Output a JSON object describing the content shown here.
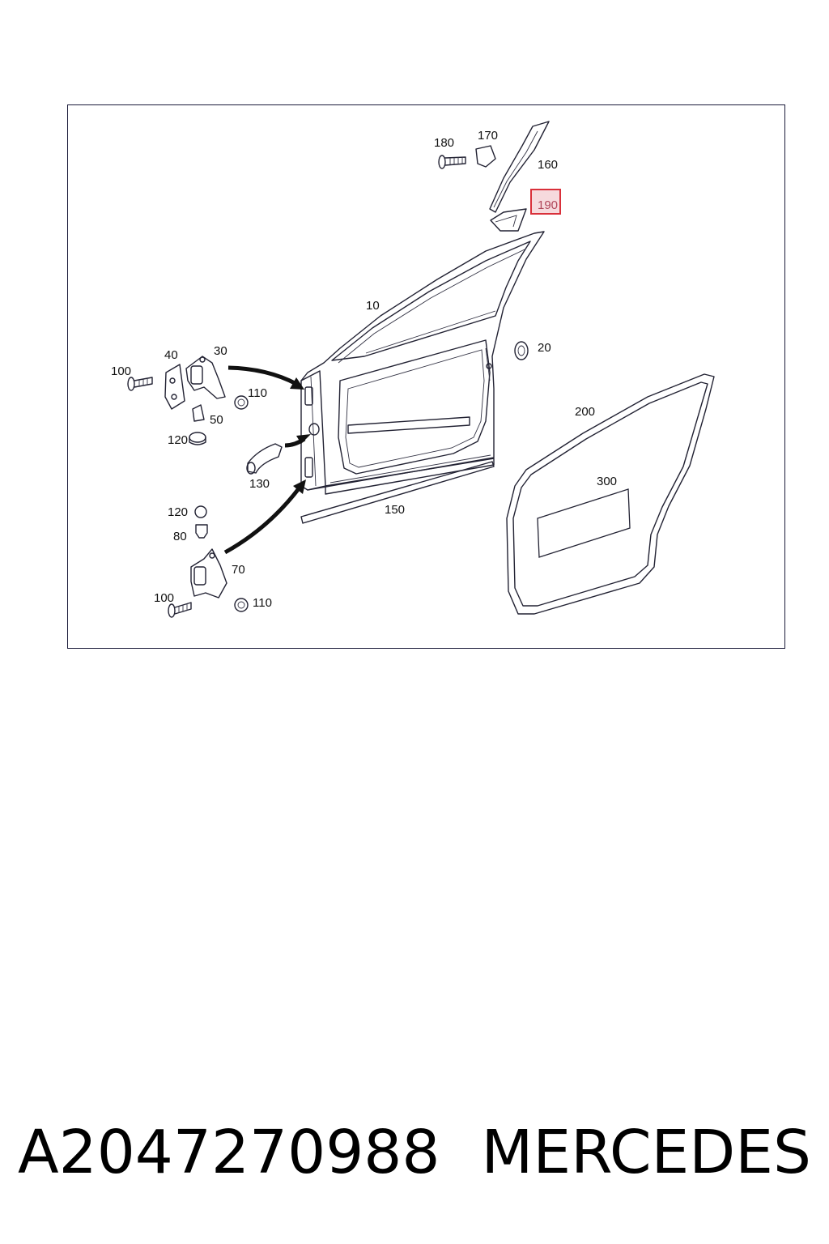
{
  "diagram": {
    "callouts": {
      "c10": "10",
      "c20": "20",
      "c30": "30",
      "c40": "40",
      "c50": "50",
      "c70": "70",
      "c80": "80",
      "c100a": "100",
      "c100b": "100",
      "c110a": "110",
      "c110b": "110",
      "c120a": "120",
      "c120b": "120",
      "c130": "130",
      "c150": "150",
      "c160": "160",
      "c170": "170",
      "c180": "180",
      "c190": "190",
      "c200": "200",
      "c300": "300"
    },
    "highlight_color": "#d9303a"
  },
  "footer": {
    "part_number": "A2047270988",
    "brand": "MERCEDES"
  }
}
